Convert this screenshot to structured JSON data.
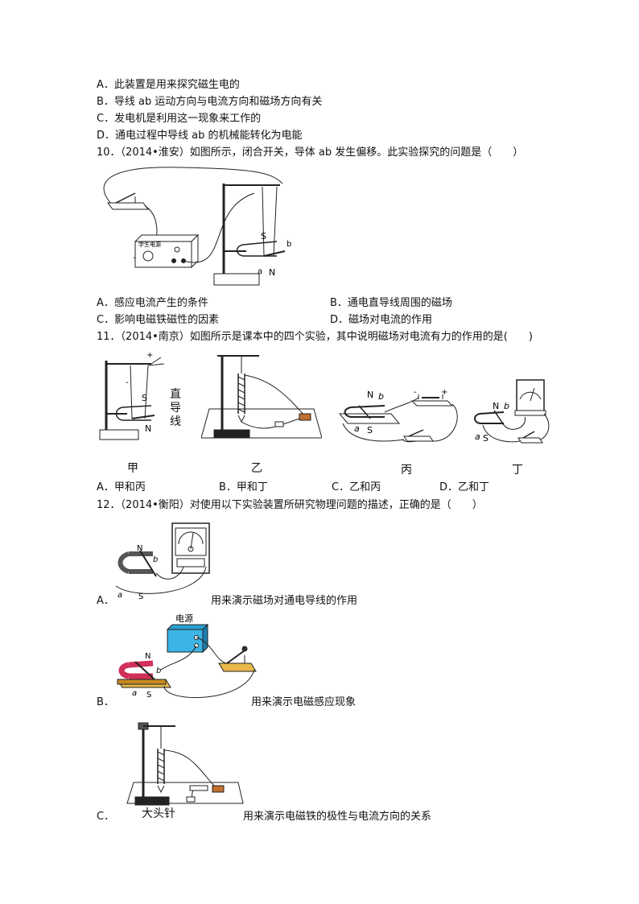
{
  "q9": {
    "options": [
      "A．此装置是用来探究磁生电的",
      "B．导线 ab 运动方向与电流方向和磁场方向有关",
      "C．发电机是利用这一现象来工作的",
      "D．通电过程中导线 ab 的机械能转化为电能"
    ]
  },
  "q10": {
    "stem": "10．（2014•淮安）如图所示，闭合开关，导体 ab 发生偏移。此实验探究的问题是（　　）",
    "figure_labels": {
      "source_label": "学生电源",
      "s": "S",
      "n": "N",
      "a": "a",
      "b": "b"
    },
    "options": [
      "A．感应电流产生的条件",
      "B．通电直导线周围的磁场",
      "C．影响电磁铁磁性的因素",
      "D．磁场对电流的作用"
    ]
  },
  "q11": {
    "stem": "11．（2014•南京）如图所示是课本中的四个实验，其中说明磁场对电流有力的作用的是(　　)",
    "figure_labels": {
      "plus": "+",
      "minus": "-",
      "s": "S",
      "n": "N",
      "a": "a",
      "b": "b",
      "straight_wire": [
        "直",
        "导",
        "线"
      ],
      "captions": [
        "甲",
        "乙",
        "丙",
        "丁"
      ]
    },
    "options": [
      "A．甲和丙",
      "B．甲和丁",
      "C．乙和丙",
      "D．乙和丁"
    ]
  },
  "q12": {
    "stem": "12．（2014•衡阳）对使用以下实验装置所研究物理问题的描述，正确的是（　　）",
    "a": {
      "letter": "A．",
      "text": "用来演示磁场对通电导线的作用",
      "fig": {
        "n": "N",
        "s": "S",
        "a": "a",
        "b": "b"
      }
    },
    "b": {
      "letter": "B．",
      "text": "用来演示电磁感应现象",
      "fig": {
        "power": "电源",
        "n": "N",
        "s": "S",
        "a": "a",
        "b": "b"
      }
    },
    "c": {
      "letter": "C．",
      "text": "用来演示电磁铁的极性与电流方向的关系",
      "fig": {
        "pin": "大头针"
      }
    }
  },
  "colors": {
    "power_box": "#3cb4e6",
    "board": "#e8b84a",
    "magnet": "#d0305a"
  }
}
